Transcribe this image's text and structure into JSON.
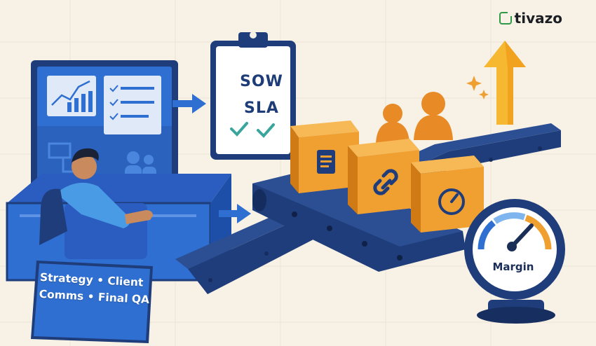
{
  "brand": {
    "prefix": "tivazo",
    "logo_icon": "brand-tile-icon"
  },
  "clipboard": {
    "lines": [
      "SOW",
      "SLA"
    ],
    "check_icon": "check-icon",
    "check_color": "#3aa59c"
  },
  "human_tasks": {
    "lines": [
      "Strategy • Client",
      "Comms • Final QA"
    ]
  },
  "gauge": {
    "label": "Margin",
    "needle_level": 0.78
  },
  "boxes": [
    {
      "icon": "document-icon"
    },
    {
      "icon": "link-icon"
    },
    {
      "icon": "gauge-icon"
    }
  ],
  "colors": {
    "background": "#f7f1e6",
    "primary_blue": "#2f6fd1",
    "dark_blue": "#1e3d7a",
    "orange": "#f0a030",
    "brand_green": "#2e9a47",
    "arrow_yellow": "#f6b830"
  }
}
